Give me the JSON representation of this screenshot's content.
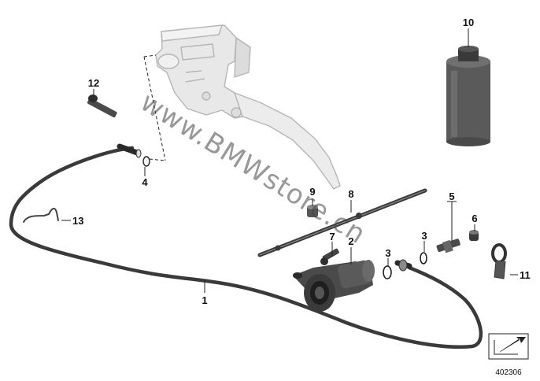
{
  "callouts": {
    "p1": "1",
    "p2": "2",
    "p3a": "3",
    "p3b": "3",
    "p4": "4",
    "p5": "5",
    "p6": "6",
    "p7": "7",
    "p8": "8",
    "p9": "9",
    "p10": "10",
    "p11": "11",
    "p12": "12",
    "p13": "13"
  },
  "doc_id": "402306",
  "watermark": "www.BMWstore.cn",
  "colors": {
    "part_gray": "#3a3a3a",
    "ghost_part": "#e6e6e6",
    "ghost_stroke": "#b9b9b9",
    "leader": "#222222"
  }
}
